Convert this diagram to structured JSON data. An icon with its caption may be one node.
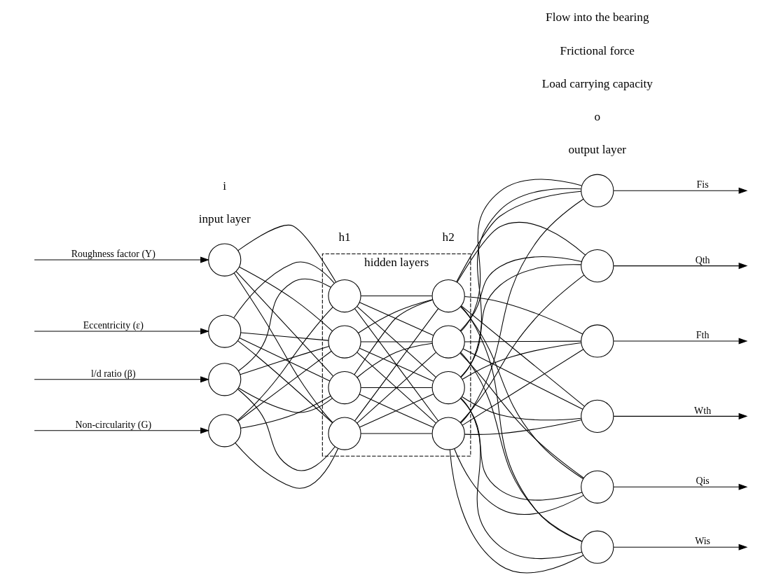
{
  "diagram": {
    "nodes": [
      {
        "text": [],
        "shape": "circle"
      },
      {
        "text": [],
        "shape": "circle"
      },
      {
        "text": [],
        "shape": "circle"
      },
      {
        "text": [],
        "shape": "circle"
      },
      {
        "text": [
          "hidden layers"
        ]
      },
      {
        "text": [],
        "shape": "circle",
        "in": 4
      },
      {
        "text": [],
        "shape": "circle",
        "in": 4
      },
      {
        "text": [],
        "shape": "circle",
        "in": 4
      },
      {
        "text": [],
        "shape": "circle",
        "in": 4
      },
      {
        "text": [],
        "shape": "circle",
        "in": 4
      },
      {
        "text": [],
        "shape": "circle",
        "in": 4
      },
      {
        "text": [],
        "shape": "circle",
        "in": 4
      },
      {
        "text": [],
        "shape": "circle",
        "in": 4
      },
      {
        "text": [],
        "shape": "circle"
      },
      {
        "text": [],
        "shape": "circle"
      },
      {
        "text": [],
        "shape": "circle"
      },
      {
        "text": [],
        "shape": "circle"
      },
      {
        "text": [],
        "shape": "circle"
      },
      {
        "text": [],
        "shape": "circle"
      }
    ],
    "edges": [
      {
        "from": null,
        "to": 0,
        "arrow": "to",
        "label": "Eccentricity (ε)"
      },
      {
        "from": null,
        "to": 1,
        "arrow": "to",
        "label": "l/d ratio (β)"
      },
      {
        "from": null,
        "to": 2,
        "arrow": "to",
        "label": "Non-circularity (G)"
      },
      {
        "from": null,
        "to": 3,
        "arrow": "to",
        "label": "Roughness factor (Y)"
      },
      {
        "from": 0,
        "to": 5,
        "arrow": "none"
      },
      {
        "from": 0,
        "to": 6,
        "arrow": "none"
      },
      {
        "from": 0,
        "to": 7,
        "arrow": "none"
      },
      {
        "from": 0,
        "to": 8,
        "arrow": "none"
      },
      {
        "from": 1,
        "to": 5,
        "arrow": "none"
      },
      {
        "from": 1,
        "to": 6,
        "arrow": "none"
      },
      {
        "from": 1,
        "to": 7,
        "arrow": "none"
      },
      {
        "from": 1,
        "to": 8,
        "arrow": "none"
      },
      {
        "from": 2,
        "to": 5,
        "arrow": "none"
      },
      {
        "from": 2,
        "to": 6,
        "arrow": "none"
      },
      {
        "from": 2,
        "to": 7,
        "arrow": "none"
      },
      {
        "from": 2,
        "to": 8,
        "arrow": "none"
      },
      {
        "from": 3,
        "to": 5,
        "arrow": "none"
      },
      {
        "from": 3,
        "to": 6,
        "arrow": "none"
      },
      {
        "from": 3,
        "to": 7,
        "arrow": "none"
      },
      {
        "from": 3,
        "to": 8,
        "arrow": "none"
      },
      {
        "from": 5,
        "to": 9,
        "arrow": "none"
      },
      {
        "from": 5,
        "to": 10,
        "arrow": "none"
      },
      {
        "from": 5,
        "to": 11,
        "arrow": "none"
      },
      {
        "from": 5,
        "to": 12,
        "arrow": "none"
      },
      {
        "from": 6,
        "to": 9,
        "arrow": "none"
      },
      {
        "from": 6,
        "to": 10,
        "arrow": "none"
      },
      {
        "from": 6,
        "to": 11,
        "arrow": "none"
      },
      {
        "from": 6,
        "to": 12,
        "arrow": "none"
      },
      {
        "from": 7,
        "to": 9,
        "arrow": "none"
      },
      {
        "from": 7,
        "to": 10,
        "arrow": "none"
      },
      {
        "from": 7,
        "to": 11,
        "arrow": "none"
      },
      {
        "from": 7,
        "to": 12,
        "arrow": "none"
      },
      {
        "from": 8,
        "to": 9,
        "arrow": "none"
      },
      {
        "from": 8,
        "to": 10,
        "arrow": "none"
      },
      {
        "from": 8,
        "to": 11,
        "arrow": "none"
      },
      {
        "from": 8,
        "to": 12,
        "arrow": "none"
      },
      {
        "from": 9,
        "to": 13,
        "arrow": "none"
      },
      {
        "from": 9,
        "to": 14,
        "arrow": "none"
      },
      {
        "from": 9,
        "to": 15,
        "arrow": "none"
      },
      {
        "from": 9,
        "to": 16,
        "arrow": "none"
      },
      {
        "from": 9,
        "to": 17,
        "arrow": "none"
      },
      {
        "from": 9,
        "to": 18,
        "arrow": "none"
      },
      {
        "from": 10,
        "to": 13,
        "arrow": "none"
      },
      {
        "from": 10,
        "to": 14,
        "arrow": "none"
      },
      {
        "from": 10,
        "to": 15,
        "arrow": "none"
      },
      {
        "from": 10,
        "to": 16,
        "arrow": "none"
      },
      {
        "from": 10,
        "to": 17,
        "arrow": "none"
      },
      {
        "from": 10,
        "to": 18,
        "arrow": "none"
      },
      {
        "from": 11,
        "to": 13,
        "arrow": "none"
      },
      {
        "from": 11,
        "to": 14,
        "arrow": "none"
      },
      {
        "from": 11,
        "to": 15,
        "arrow": "none"
      },
      {
        "from": 11,
        "to": 16,
        "arrow": "none"
      },
      {
        "from": 11,
        "to": 17,
        "arrow": "none"
      },
      {
        "from": 11,
        "to": 18,
        "arrow": "none"
      },
      {
        "from": 12,
        "to": 13,
        "arrow": "none"
      },
      {
        "from": 12,
        "to": 14,
        "arrow": "none"
      },
      {
        "from": 12,
        "to": 15,
        "arrow": "none"
      },
      {
        "from": 12,
        "to": 16,
        "arrow": "none"
      },
      {
        "from": 12,
        "to": 17,
        "arrow": "none"
      },
      {
        "from": 12,
        "to": 18,
        "arrow": "none"
      },
      {
        "from": 13,
        "to": null,
        "arrow": "to",
        "label": "Wis"
      },
      {
        "from": 14,
        "to": null,
        "arrow": "to",
        "label": "Wth"
      },
      {
        "from": 15,
        "to": null,
        "arrow": "to",
        "label": "Fis"
      },
      {
        "from": 16,
        "to": null,
        "arrow": "to",
        "label": "Fth"
      },
      {
        "from": 17,
        "to": null,
        "arrow": "to",
        "label": "Qis"
      },
      {
        "from": 18,
        "to": null,
        "arrow": "to",
        "label": "Qth"
      }
    ],
    "labels": [
      "input layer",
      "output layer",
      "h1",
      "h2",
      "i",
      "o",
      "Load carrying capacity",
      "Frictional force",
      "Flow into the bearing"
    ]
  }
}
